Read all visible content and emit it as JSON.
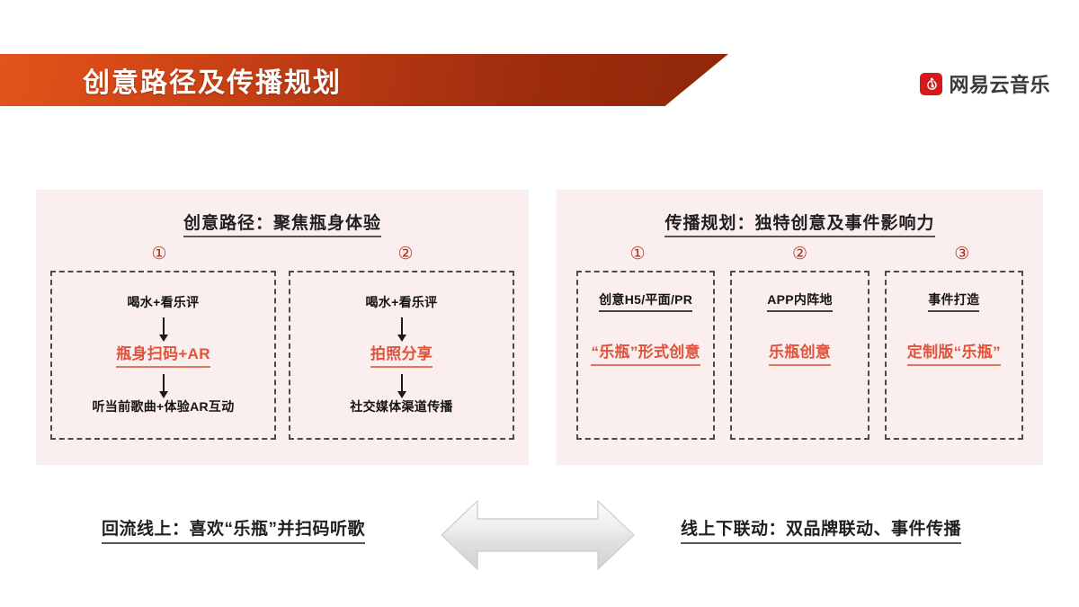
{
  "header": {
    "title": "创意路径及传播规划",
    "brand_name": "网易云音乐",
    "brand_icon": "netease-music-note-icon",
    "banner_color": "#bd3b14",
    "brand_color": "#d7191b"
  },
  "panels": {
    "left": {
      "title": "创意路径：聚焦瓶身体验",
      "markers": [
        "①",
        "②"
      ],
      "boxes": [
        {
          "step1": "喝水+看乐评",
          "step2": "瓶身扫码+AR",
          "step3": "听当前歌曲+体验AR互动"
        },
        {
          "step1": "喝水+看乐评",
          "step2": "拍照分享",
          "step3": "社交媒体渠道传播"
        }
      ]
    },
    "right": {
      "title": "传播规划：独特创意及事件影响力",
      "markers": [
        "①",
        "②",
        "③"
      ],
      "boxes": [
        {
          "step1": "创意H5/平面/PR",
          "step2": "“乐瓶”形式创意"
        },
        {
          "step1": "APP内阵地",
          "step2": "乐瓶创意"
        },
        {
          "step1": "事件打造",
          "step2": "定制版“乐瓶”"
        }
      ]
    }
  },
  "bottom": {
    "left_caption": "回流线上：喜欢“乐瓶”并扫码听歌",
    "right_caption": "线上下联动：双品牌联动、事件传播",
    "connector_icon": "double-headed-arrow-icon"
  },
  "theme": {
    "panel_background": "#fbeeee",
    "accent_red": "#e0523a",
    "marker_red": "#b4321d",
    "text_dark": "#1f1f1f"
  }
}
